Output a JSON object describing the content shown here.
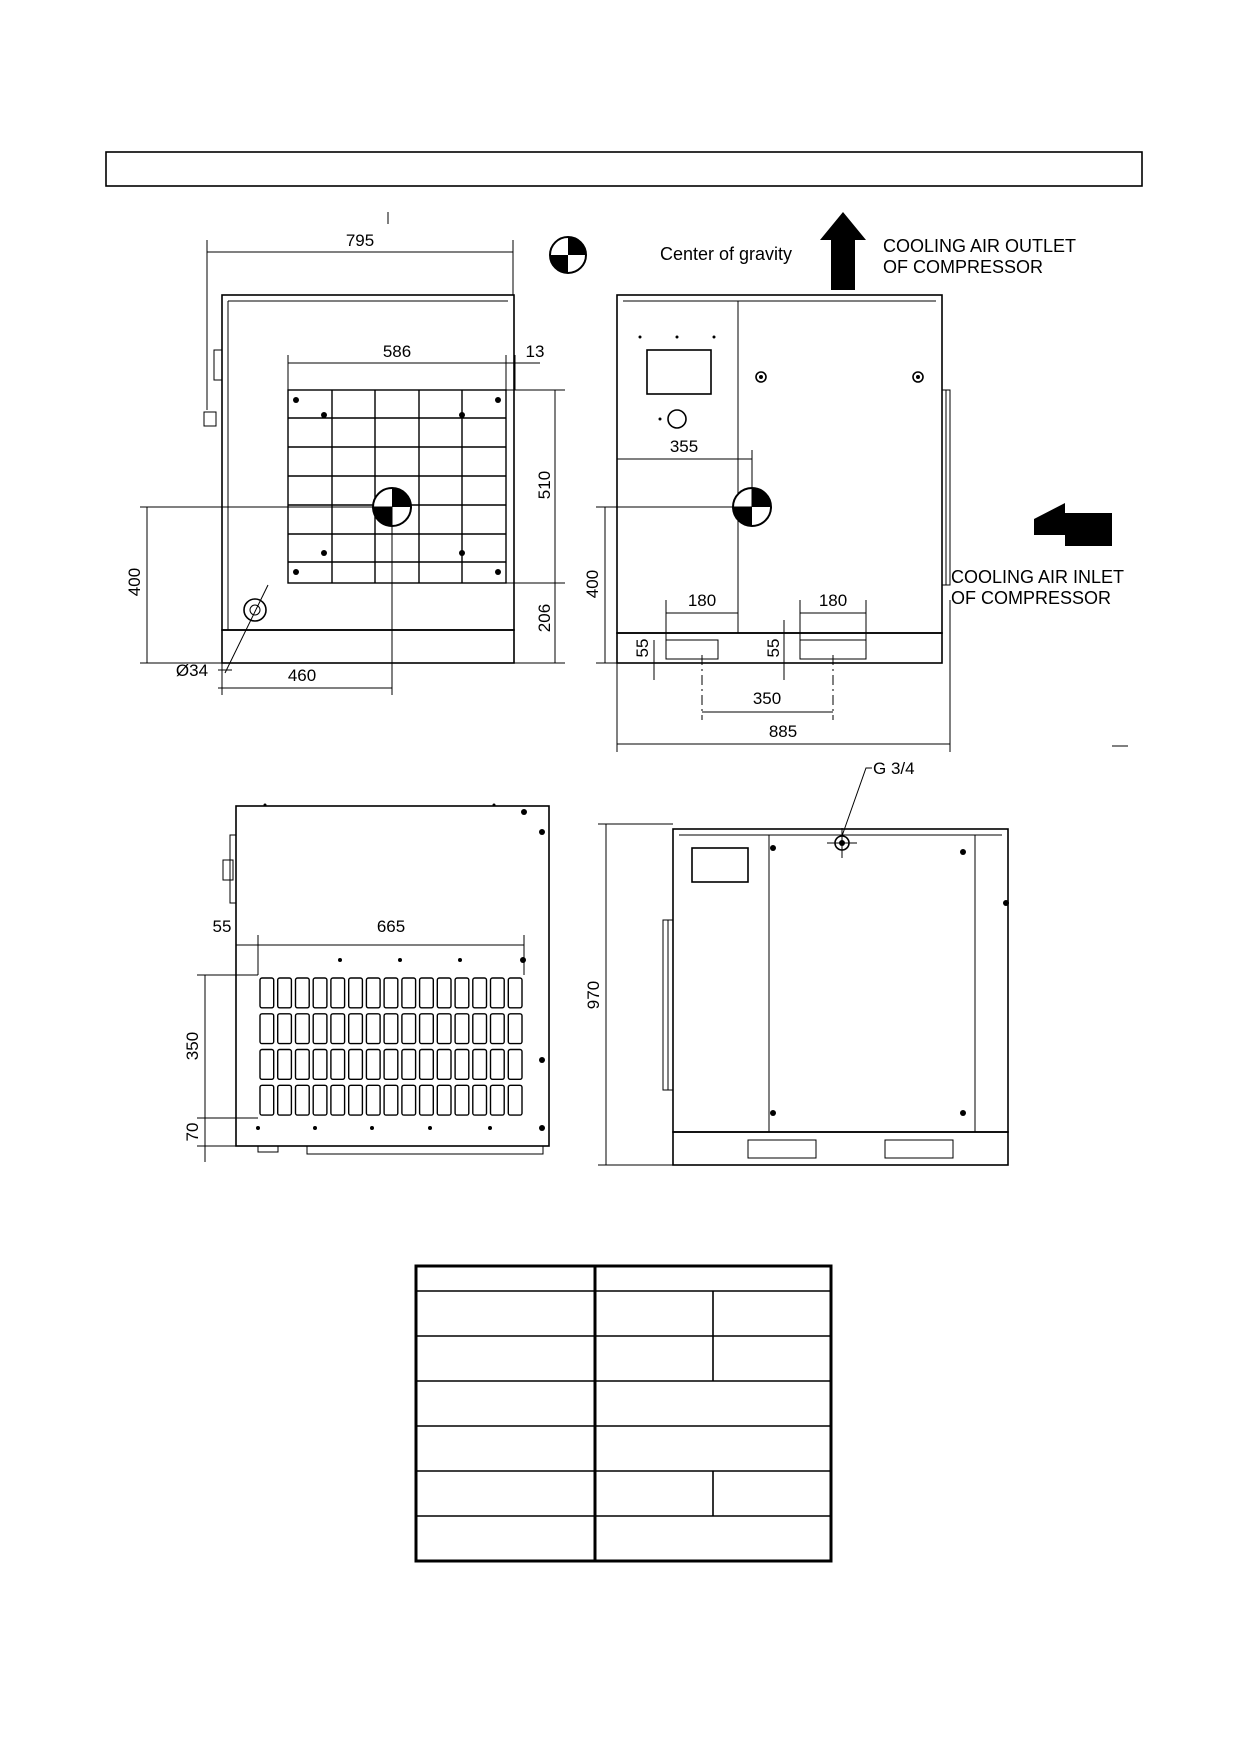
{
  "legend": {
    "center_of_gravity": "Center of gravity"
  },
  "airflow": {
    "outlet": [
      "COOLING AIR OUTLET",
      "OF COMPRESSOR"
    ],
    "inlet": [
      "COOLING AIR INLET",
      "OF COMPRESSOR"
    ]
  },
  "side_view": {
    "dims": {
      "overall_width": "795",
      "grille_width": "586",
      "offset": "13",
      "grille_height": "510",
      "cog_height": "400",
      "lower_height": "206",
      "pipe_diameter": "Ø34",
      "cog_distance": "460"
    }
  },
  "front_view": {
    "dims": {
      "cog_offset": "355",
      "cog_height": "400",
      "pocket_left": "180",
      "pocket_right": "180",
      "pocket_height_left": "55",
      "pocket_height_right": "55",
      "pocket_spacing": "350",
      "overall_width": "885"
    }
  },
  "rear_view": {
    "dims": {
      "edge_offset": "55",
      "grille_width": "665",
      "grille_height": "350",
      "base_height": "70"
    }
  },
  "other_side_view": {
    "connection": "G 3/4",
    "overall_height": "970"
  }
}
